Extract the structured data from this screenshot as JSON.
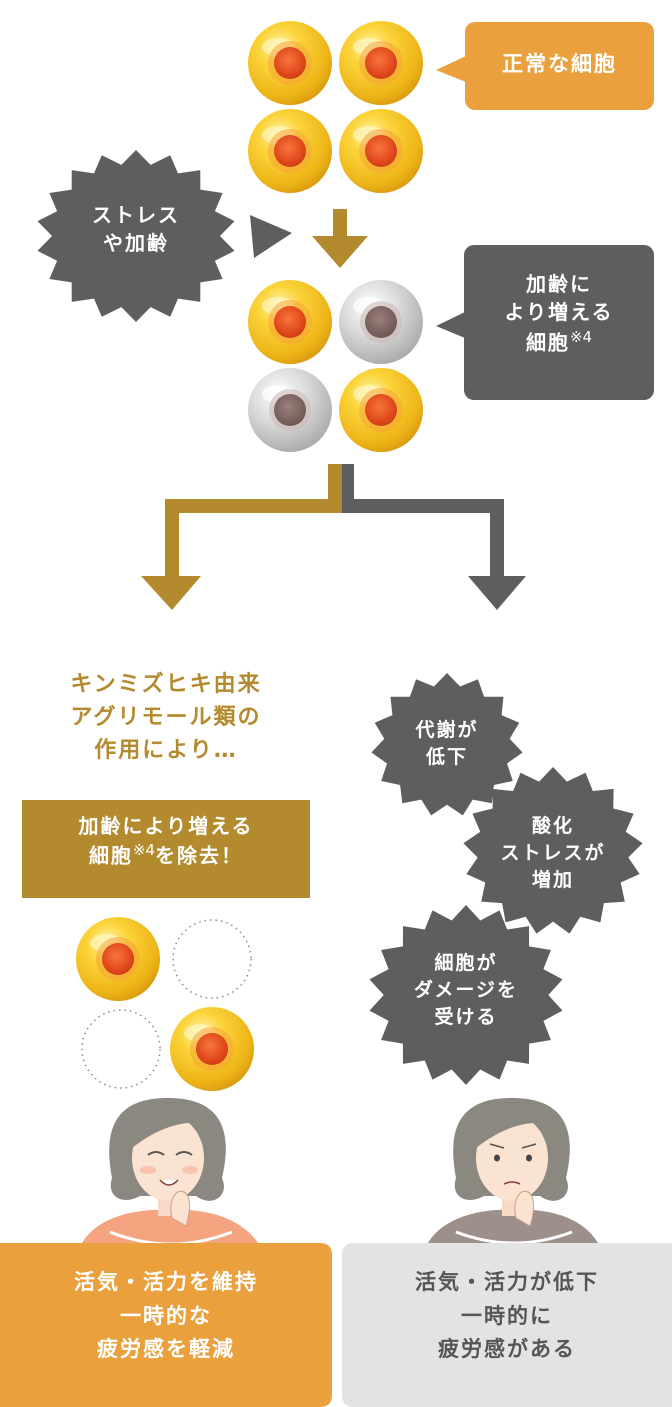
{
  "labels": {
    "normal_cell": "正常な細胞",
    "stress_aging": [
      "ストレス",
      "や加齢"
    ],
    "aging_cell": [
      "加齢に",
      "より増える",
      "細胞"
    ],
    "footnote_mark": "※4"
  },
  "left_branch": {
    "headline": [
      "キンミズヒキ由来",
      "アグリモール類の",
      "作用により…"
    ],
    "highlight": [
      "加齢により増える",
      "細胞",
      "を除去！"
    ],
    "result": [
      "活気・活力を維持",
      "一時的な",
      "疲労感を軽減"
    ]
  },
  "right_branch": {
    "bursts": [
      [
        "代謝が",
        "低下"
      ],
      [
        "酸化",
        "ストレスが",
        "増加"
      ],
      [
        "細胞が",
        "ダメージを",
        "受ける"
      ]
    ],
    "result": [
      "活気・活力が低下",
      "一時的に",
      "疲労感がある"
    ]
  },
  "colors": {
    "orange": "#EAA13D",
    "gold": "#B48A2E",
    "dark_gray": "#5E5E5E",
    "light_gray": "#E3E3E3",
    "cell_yellow": "#F2C21B",
    "cell_core": "#E0481C",
    "cell_silver": "#D7D7D7",
    "cell_core_gray": "#7C6360"
  },
  "icons": {
    "healthy_cell": "healthy-cell-icon",
    "aged_cell": "aged-cell-icon",
    "removed_cell": "removed-cell-placeholder",
    "woman_smiling": "woman-smiling-icon",
    "woman_worried": "woman-worried-icon"
  }
}
